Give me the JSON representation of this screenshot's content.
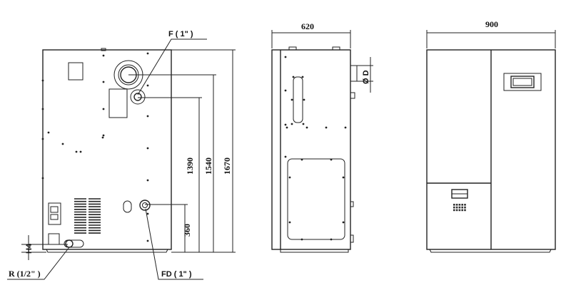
{
  "rear_view": {
    "labels": {
      "flow": "F ( 1\" )",
      "drain": "FD ( 1\" )",
      "return": "R (1/2\" )",
      "h4": "H4"
    },
    "dimensions": {
      "total_height": "1670",
      "flue_height": "1540",
      "flow_height": "1390",
      "drain_height": "360"
    }
  },
  "side_view": {
    "depth": "620",
    "flue_diameter": "Ø D"
  },
  "front_view": {
    "width": "900"
  }
}
